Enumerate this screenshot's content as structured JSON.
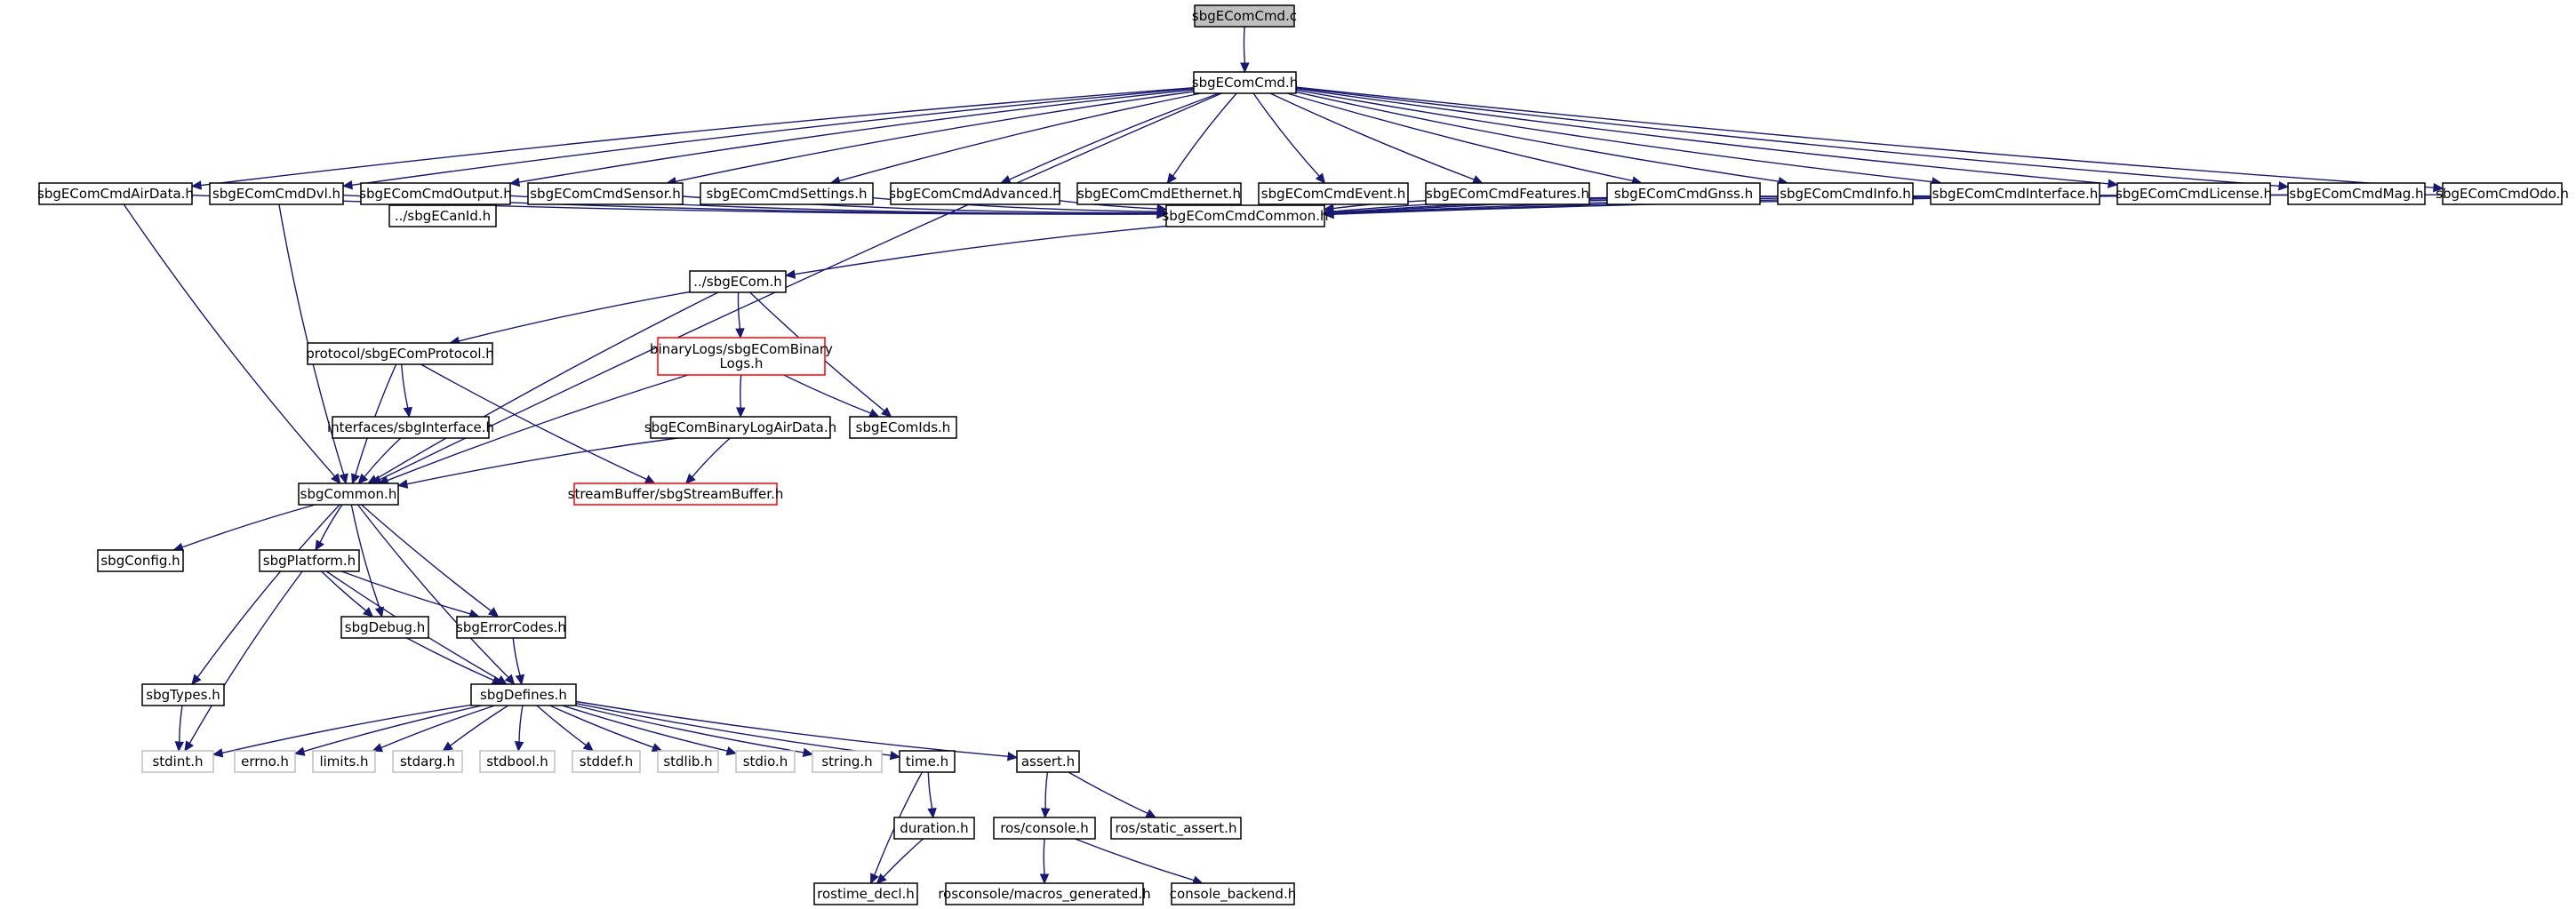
{
  "nodes": [
    {
      "id": "sbgEComCmd_c",
      "label": "sbgEComCmd.c",
      "style": "root"
    },
    {
      "id": "sbgEComCmd_h",
      "label": "sbgEComCmd.h"
    },
    {
      "id": "airdata",
      "label": "sbgEComCmdAirData.h"
    },
    {
      "id": "dvl",
      "label": "sbgEComCmdDvl.h"
    },
    {
      "id": "output",
      "label": "sbgEComCmdOutput.h"
    },
    {
      "id": "sensor",
      "label": "sbgEComCmdSensor.h"
    },
    {
      "id": "settings",
      "label": "sbgEComCmdSettings.h"
    },
    {
      "id": "advanced",
      "label": "sbgEComCmdAdvanced.h"
    },
    {
      "id": "ethernet",
      "label": "sbgEComCmdEthernet.h"
    },
    {
      "id": "event",
      "label": "sbgEComCmdEvent.h"
    },
    {
      "id": "features",
      "label": "sbgEComCmdFeatures.h"
    },
    {
      "id": "gnss",
      "label": "sbgEComCmdGnss.h"
    },
    {
      "id": "info",
      "label": "sbgEComCmdInfo.h"
    },
    {
      "id": "interface",
      "label": "sbgEComCmdInterface.h"
    },
    {
      "id": "license",
      "label": "sbgEComCmdLicense.h"
    },
    {
      "id": "mag",
      "label": "sbgEComCmdMag.h"
    },
    {
      "id": "odo",
      "label": "sbgEComCmdOdo.h"
    },
    {
      "id": "canid",
      "label": "../sbgECanId.h"
    },
    {
      "id": "common",
      "label": "sbgEComCmdCommon.h"
    },
    {
      "id": "sbgecom",
      "label": "../sbgECom.h"
    },
    {
      "id": "protocol",
      "label": "protocol/sbgEComProtocol.h"
    },
    {
      "id": "binarylogs",
      "label": "binaryLogs/sbgEComBinary\nLogs.h",
      "style": "red"
    },
    {
      "id": "ids",
      "label": "sbgEComIds.h"
    },
    {
      "id": "sbginterface",
      "label": "interfaces/sbgInterface.h"
    },
    {
      "id": "airdatalog",
      "label": "sbgEComBinaryLogAirData.h"
    },
    {
      "id": "sbgcommon",
      "label": "sbgCommon.h"
    },
    {
      "id": "streambuffer",
      "label": "streamBuffer/sbgStreamBuffer.h",
      "style": "red"
    },
    {
      "id": "config",
      "label": "sbgConfig.h"
    },
    {
      "id": "platform",
      "label": "sbgPlatform.h"
    },
    {
      "id": "debug",
      "label": "sbgDebug.h"
    },
    {
      "id": "errorcodes",
      "label": "sbgErrorCodes.h"
    },
    {
      "id": "types",
      "label": "sbgTypes.h"
    },
    {
      "id": "defines",
      "label": "sbgDefines.h"
    },
    {
      "id": "stdint",
      "label": "stdint.h",
      "style": "gray"
    },
    {
      "id": "errno",
      "label": "errno.h",
      "style": "gray"
    },
    {
      "id": "limits",
      "label": "limits.h",
      "style": "gray"
    },
    {
      "id": "stdarg",
      "label": "stdarg.h",
      "style": "gray"
    },
    {
      "id": "stdbool",
      "label": "stdbool.h",
      "style": "gray"
    },
    {
      "id": "stddef",
      "label": "stddef.h",
      "style": "gray"
    },
    {
      "id": "stdlib",
      "label": "stdlib.h",
      "style": "gray"
    },
    {
      "id": "stdio",
      "label": "stdio.h",
      "style": "gray"
    },
    {
      "id": "string",
      "label": "string.h",
      "style": "gray"
    },
    {
      "id": "time",
      "label": "time.h"
    },
    {
      "id": "assert",
      "label": "assert.h"
    },
    {
      "id": "duration",
      "label": "duration.h"
    },
    {
      "id": "rosconsole",
      "label": "ros/console.h"
    },
    {
      "id": "staticassert",
      "label": "ros/static_assert.h"
    },
    {
      "id": "rostimedecl",
      "label": "rostime_decl.h"
    },
    {
      "id": "macrosgen",
      "label": "rosconsole/macros_generated.h"
    },
    {
      "id": "consolebackend",
      "label": "console_backend.h"
    }
  ],
  "edges": [
    [
      "sbgEComCmd_c",
      "sbgEComCmd_h"
    ],
    [
      "sbgEComCmd_h",
      "airdata"
    ],
    [
      "sbgEComCmd_h",
      "dvl"
    ],
    [
      "sbgEComCmd_h",
      "output"
    ],
    [
      "sbgEComCmd_h",
      "sensor"
    ],
    [
      "sbgEComCmd_h",
      "settings"
    ],
    [
      "sbgEComCmd_h",
      "advanced"
    ],
    [
      "sbgEComCmd_h",
      "ethernet"
    ],
    [
      "sbgEComCmd_h",
      "event"
    ],
    [
      "sbgEComCmd_h",
      "features"
    ],
    [
      "sbgEComCmd_h",
      "gnss"
    ],
    [
      "sbgEComCmd_h",
      "info"
    ],
    [
      "sbgEComCmd_h",
      "interface"
    ],
    [
      "sbgEComCmd_h",
      "license"
    ],
    [
      "sbgEComCmd_h",
      "mag"
    ],
    [
      "sbgEComCmd_h",
      "odo"
    ],
    [
      "sbgEComCmd_h",
      "sbgcommon"
    ],
    [
      "airdata",
      "common"
    ],
    [
      "airdata",
      "sbgcommon"
    ],
    [
      "dvl",
      "common"
    ],
    [
      "dvl",
      "sbgcommon"
    ],
    [
      "output",
      "common"
    ],
    [
      "output",
      "canid"
    ],
    [
      "sensor",
      "common"
    ],
    [
      "settings",
      "common"
    ],
    [
      "advanced",
      "common"
    ],
    [
      "ethernet",
      "common"
    ],
    [
      "event",
      "common"
    ],
    [
      "features",
      "common"
    ],
    [
      "gnss",
      "common"
    ],
    [
      "info",
      "common"
    ],
    [
      "interface",
      "common"
    ],
    [
      "license",
      "common"
    ],
    [
      "mag",
      "common"
    ],
    [
      "odo",
      "common"
    ],
    [
      "common",
      "sbgecom"
    ],
    [
      "sbgecom",
      "protocol"
    ],
    [
      "sbgecom",
      "binarylogs"
    ],
    [
      "sbgecom",
      "ids"
    ],
    [
      "sbgecom",
      "sbgcommon"
    ],
    [
      "protocol",
      "sbgcommon"
    ],
    [
      "protocol",
      "sbginterface"
    ],
    [
      "protocol",
      "streambuffer"
    ],
    [
      "binarylogs",
      "ids"
    ],
    [
      "binarylogs",
      "airdatalog"
    ],
    [
      "binarylogs",
      "sbgcommon"
    ],
    [
      "sbginterface",
      "sbgcommon"
    ],
    [
      "airdatalog",
      "sbgcommon"
    ],
    [
      "airdatalog",
      "streambuffer"
    ],
    [
      "sbgcommon",
      "config"
    ],
    [
      "sbgcommon",
      "platform"
    ],
    [
      "sbgcommon",
      "debug"
    ],
    [
      "sbgcommon",
      "errorcodes"
    ],
    [
      "sbgcommon",
      "types"
    ],
    [
      "sbgcommon",
      "defines"
    ],
    [
      "platform",
      "debug"
    ],
    [
      "platform",
      "errorcodes"
    ],
    [
      "platform",
      "defines"
    ],
    [
      "platform",
      "stdint"
    ],
    [
      "debug",
      "defines"
    ],
    [
      "errorcodes",
      "defines"
    ],
    [
      "types",
      "stdint"
    ],
    [
      "defines",
      "stdint"
    ],
    [
      "defines",
      "errno"
    ],
    [
      "defines",
      "limits"
    ],
    [
      "defines",
      "stdarg"
    ],
    [
      "defines",
      "stdbool"
    ],
    [
      "defines",
      "stddef"
    ],
    [
      "defines",
      "stdlib"
    ],
    [
      "defines",
      "stdio"
    ],
    [
      "defines",
      "string"
    ],
    [
      "defines",
      "time"
    ],
    [
      "defines",
      "assert"
    ],
    [
      "time",
      "duration"
    ],
    [
      "time",
      "rostimedecl"
    ],
    [
      "duration",
      "rostimedecl"
    ],
    [
      "assert",
      "rosconsole"
    ],
    [
      "assert",
      "staticassert"
    ],
    [
      "rosconsole",
      "macrosgen"
    ],
    [
      "rosconsole",
      "consolebackend"
    ]
  ]
}
